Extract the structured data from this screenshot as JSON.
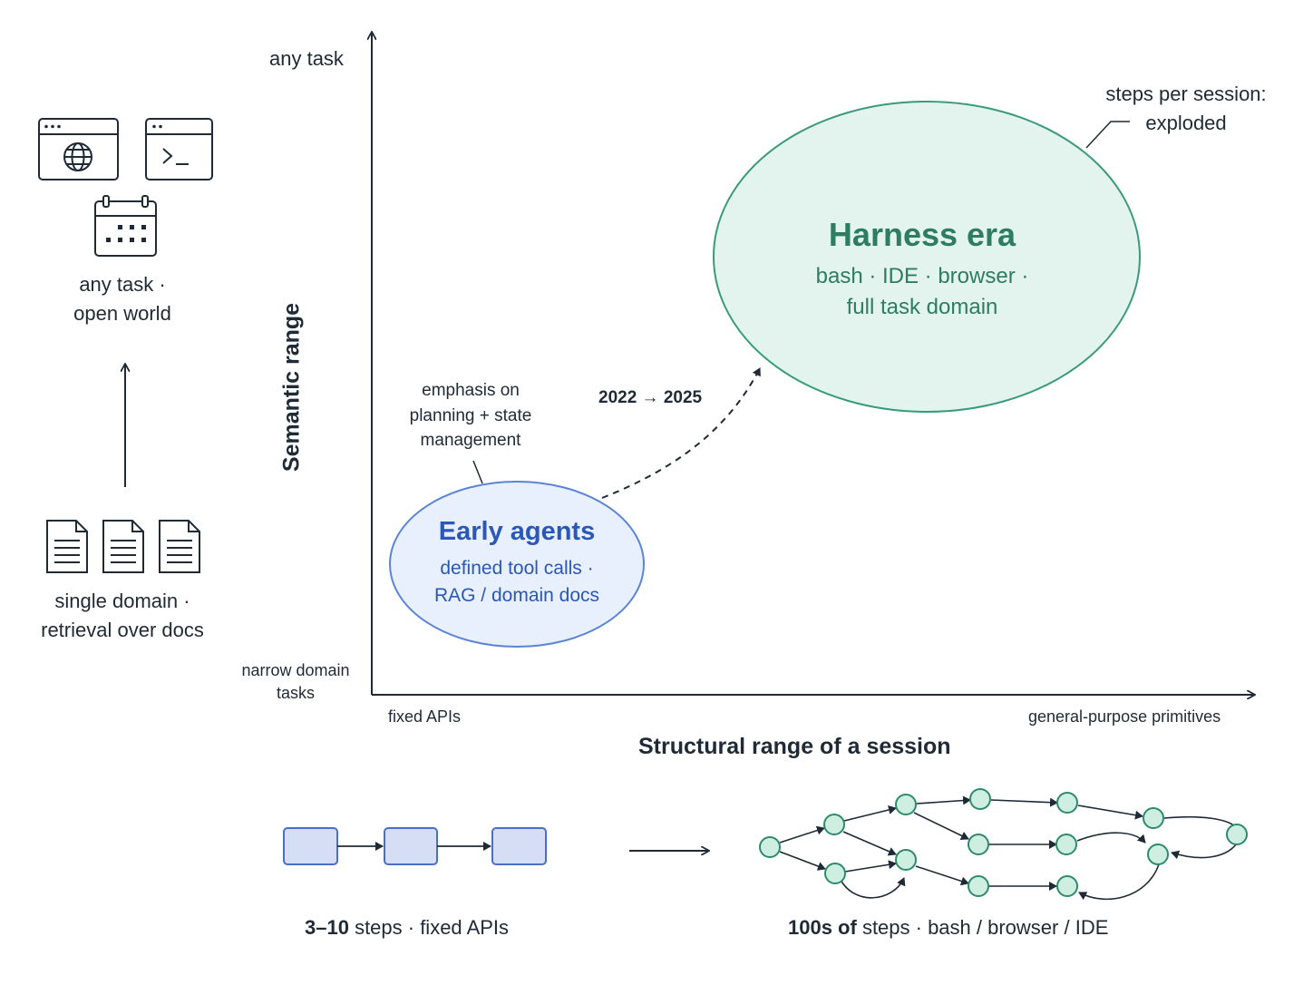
{
  "y_axis": {
    "label": "Semantic range",
    "top_label": "any task",
    "bottom_label": [
      "narrow domain",
      "tasks"
    ]
  },
  "x_axis": {
    "label": "Structural range of a session",
    "left_label": "fixed APIs",
    "right_label": "general-purpose primitives"
  },
  "left_panel": {
    "top_caption": [
      "any task ·",
      "open world"
    ],
    "bottom_caption": [
      "single domain ·",
      "retrieval over docs"
    ],
    "icons": [
      "browser-window-icon",
      "terminal-window-icon",
      "calendar-icon",
      "document-icon"
    ]
  },
  "early": {
    "title": "Early agents",
    "subtitle": [
      "defined tool calls ·",
      "RAG / domain docs"
    ],
    "annotation": [
      "emphasis on",
      "planning + state",
      "management"
    ],
    "fill": "#e9f0fd",
    "stroke": "#5b84d6"
  },
  "harness": {
    "title": "Harness era",
    "subtitle": [
      "bash · IDE · browser ·",
      "full task domain"
    ],
    "annotation": [
      "steps per session:",
      "exploded"
    ],
    "fill": "#e3f3ee",
    "stroke": "#3a9a7a"
  },
  "transition": {
    "label": "2022 → 2025"
  },
  "bottom": {
    "left_caption": {
      "strong": "3–10",
      "rest": " steps · fixed APIs"
    },
    "right_caption": {
      "strong": "100s of",
      "rest": " steps · bash / browser / IDE"
    },
    "colors": {
      "box_fill": "#d5def5",
      "box_stroke": "#4a6fc9",
      "node_fill": "#cfeee2",
      "node_stroke": "#2e8a6c"
    }
  }
}
